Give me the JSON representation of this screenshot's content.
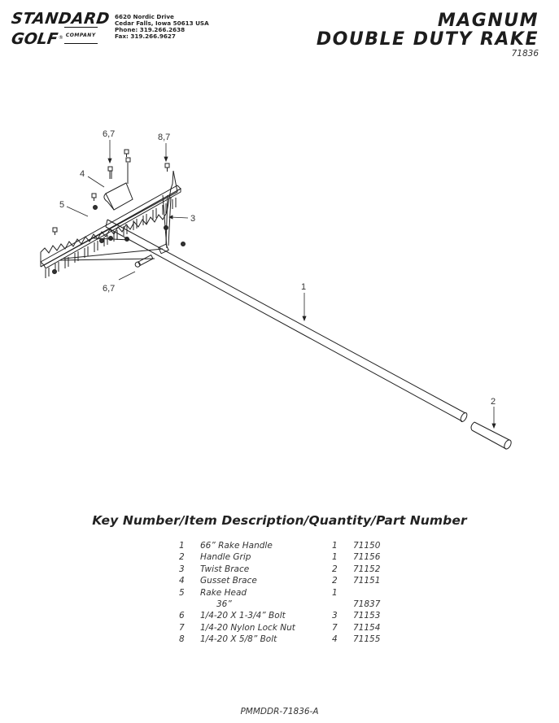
{
  "company": {
    "logo_line1": "STANDARD",
    "logo_line2": "GOLF",
    "logo_registered": "®",
    "logo_company": "COMPANY",
    "address_line1": "6620 Nordic Drive",
    "address_line2": "Cedar Falls, Iowa  50613  USA",
    "phone": "Phone: 319.266.2638",
    "fax": "Fax: 319.266.9627"
  },
  "title": {
    "line1": "MAGNUM",
    "line2": "DOUBLE DUTY RAKE",
    "model_number": "71836"
  },
  "diagram": {
    "callouts": {
      "bolt_top_left": "6,7",
      "bolt_top_right": "8,7",
      "gusset": "4",
      "rake_head": "5",
      "twist_brace": "3",
      "bolt_bottom": "6,7",
      "handle": "1",
      "grip": "2"
    }
  },
  "parts_list": {
    "heading": "Key Number/Item Description/Quantity/Part Number",
    "rows": [
      {
        "key": "1",
        "description": "66” Rake Handle",
        "qty": "1",
        "part": "71150"
      },
      {
        "key": "2",
        "description": "Handle Grip",
        "qty": "1",
        "part": "71156"
      },
      {
        "key": "3",
        "description": "Twist Brace",
        "qty": "2",
        "part": "71152"
      },
      {
        "key": "4",
        "description": "Gusset Brace",
        "qty": "2",
        "part": "71151"
      },
      {
        "key": "5",
        "description": "Rake Head",
        "qty": "1",
        "part": ""
      },
      {
        "key": "",
        "description": "36”",
        "qty": "",
        "part": "71837"
      },
      {
        "key": "6",
        "description": "1/4-20 X 1-3/4” Bolt",
        "qty": "3",
        "part": "71153"
      },
      {
        "key": "7",
        "description": "1/4-20 Nylon Lock Nut",
        "qty": "7",
        "part": "71154"
      },
      {
        "key": "8",
        "description": "1/4-20 X 5/8” Bolt",
        "qty": "4",
        "part": "71155"
      }
    ]
  },
  "footer": {
    "doc_code": "PMMDDR-71836-A"
  }
}
